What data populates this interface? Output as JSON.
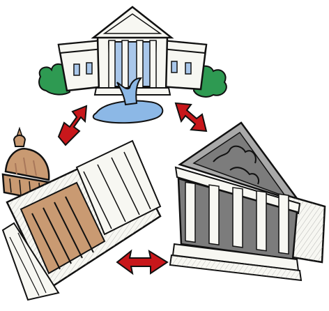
{
  "colors": {
    "outline": "#111111",
    "building_white": "#f7f7f2",
    "hatch": "#8a8a8a",
    "window_blue": "#a9c7ea",
    "water_blue": "#8cb8e6",
    "shrub_green": "#2e9a52",
    "dome_tan": "#c99a72",
    "dome_tan_dark": "#a8775a",
    "court_gray": "#a9a9a9",
    "court_gray_dark": "#7c7c7c",
    "arrow_red": "#c8171b",
    "arrow_red_dark": "#8d0f12"
  },
  "illustration": {
    "buildings": [
      {
        "name": "white-house",
        "icon": "white-house-icon"
      },
      {
        "name": "capitol",
        "icon": "capitol-dome-icon"
      },
      {
        "name": "supreme-court",
        "icon": "supreme-court-icon"
      }
    ],
    "arrows": [
      {
        "name": "left-double-arrow",
        "icon": "double-arrow-icon"
      },
      {
        "name": "right-double-arrow",
        "icon": "double-arrow-icon"
      },
      {
        "name": "bottom-double-arrow",
        "icon": "double-arrow-icon"
      }
    ]
  }
}
